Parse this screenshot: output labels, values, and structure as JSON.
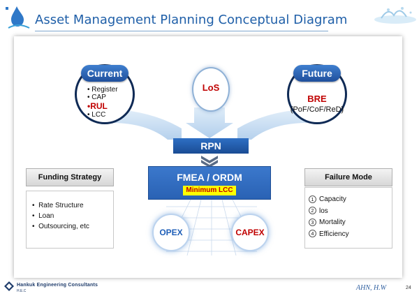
{
  "header": {
    "title": "Asset Management Planning Conceptual Diagram"
  },
  "current": {
    "label": "Current",
    "items": [
      {
        "bullet": "•",
        "text": "Register"
      },
      {
        "bullet": "•",
        "text": "CAP"
      },
      {
        "bullet": "•",
        "text": "RUL"
      },
      {
        "bullet": "•",
        "text": "LCC"
      }
    ]
  },
  "los": {
    "label": "LoS"
  },
  "future": {
    "label": "Future",
    "bre": "BRE",
    "pof": "(PoF/CoF/ReD)"
  },
  "flow": {
    "rpn": "RPN",
    "fmea": "FMEA / ORDM",
    "lcc": "Minimum LCC",
    "opex": "OPEX",
    "capex": "CAPEX"
  },
  "funding": {
    "title": "Funding Strategy",
    "items": [
      {
        "bullet": "•",
        "text": "Rate Structure"
      },
      {
        "bullet": "•",
        "text": "Loan"
      },
      {
        "bullet": "•",
        "text": "Outsourcing, etc"
      }
    ]
  },
  "failure": {
    "title": "Failure Mode",
    "items": [
      {
        "num": "1",
        "text": "Capacity"
      },
      {
        "num": "2",
        "text": "los"
      },
      {
        "num": "3",
        "text": "Mortality"
      },
      {
        "num": "4",
        "text": "Efficiency"
      }
    ]
  },
  "footer": {
    "company": "Hankuk  Engineering  Consultants",
    "company_sub": "H.E.C",
    "author": "AHN, H.W",
    "page": "24"
  },
  "colors": {
    "accent": "#1f5fa8",
    "red": "#c00000",
    "navy": "#0f2a55",
    "highlight": "#ffff00"
  }
}
